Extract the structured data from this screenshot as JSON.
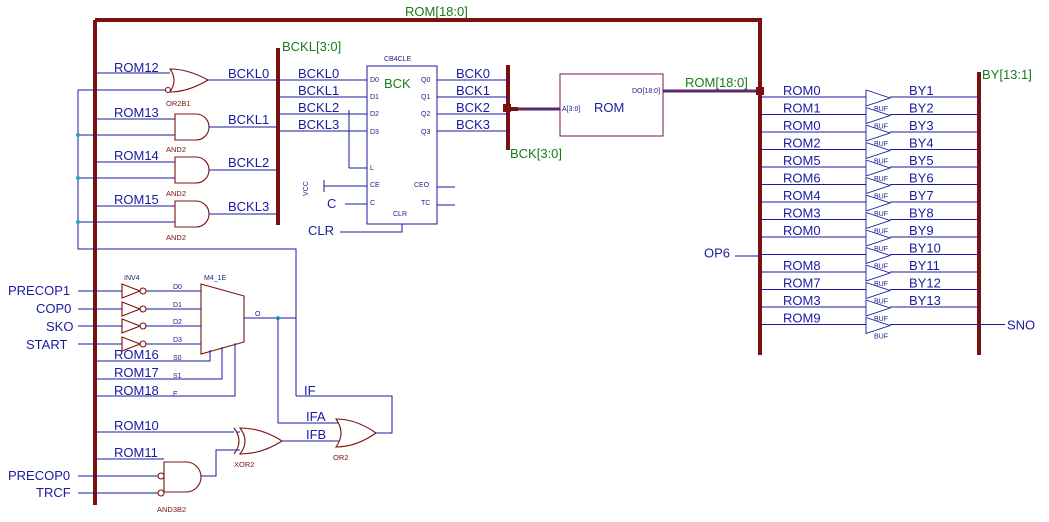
{
  "buses": {
    "rom_top": "ROM[18:0]",
    "bckl": "BCKL[3:0]",
    "bck": "BCK[3:0]",
    "rom_out": "ROM[18:0]",
    "by": "BY[13:1]"
  },
  "left_gates": [
    {
      "input": "ROM12",
      "output": "BCKL0",
      "type": "OR2B1"
    },
    {
      "input": "ROM13",
      "output": "BCKL1",
      "type": "AND2"
    },
    {
      "input": "ROM14",
      "output": "BCKL2",
      "type": "AND2"
    },
    {
      "input": "ROM15",
      "output": "BCKL3",
      "type": "AND2"
    }
  ],
  "counter": {
    "type": "CB4CLE",
    "name": "BCK",
    "inputs": [
      "BCKL0",
      "BCKL1",
      "BCKL2",
      "BCKL3"
    ],
    "in_pins": [
      "D0",
      "D1",
      "D2",
      "D3",
      "L",
      "CE",
      "C",
      "CLR"
    ],
    "out_pins": [
      "Q0",
      "Q1",
      "Q2",
      "Q3",
      "CEO",
      "TC"
    ],
    "outputs": [
      "BCK0",
      "BCK1",
      "BCK2",
      "BCK3"
    ],
    "vcc": "VCC",
    "clock": "C",
    "clear": "CLR"
  },
  "rom": {
    "name": "ROM",
    "in_pin": "A[3:0]",
    "out_pin": "DO[18:0]"
  },
  "buffers": {
    "type": "BUF",
    "inputs": [
      "ROM0",
      "ROM1",
      "ROM0",
      "ROM2",
      "ROM5",
      "ROM6",
      "ROM4",
      "ROM3",
      "ROM0",
      "OP6",
      "ROM8",
      "ROM7",
      "ROM3",
      "ROM9"
    ],
    "outputs": [
      "BY1",
      "BY2",
      "BY3",
      "BY4",
      "BY5",
      "BY6",
      "BY7",
      "BY8",
      "BY9",
      "BY10",
      "BY11",
      "BY12",
      "BY13",
      "SNO"
    ]
  },
  "mux": {
    "inv_name": "INV4",
    "mux_name": "M4_1E",
    "inputs": [
      "PRECOP1",
      "COP0",
      "SKO",
      "START"
    ],
    "data_pins": [
      "D0",
      "D1",
      "D2",
      "D3"
    ],
    "select_pins": [
      "S0",
      "S1",
      "E"
    ],
    "selects": [
      "ROM16",
      "ROM17",
      "ROM18"
    ],
    "out_pin": "O"
  },
  "bottom": {
    "if_label": "IF",
    "ifa": "IFA",
    "ifb": "IFB",
    "or2": "OR2",
    "xor_input": "ROM10",
    "xor_name": "XOR2",
    "and_input": "ROM11",
    "and_name": "AND3B2",
    "precop0": "PRECOP0",
    "trcf": "TRCF"
  }
}
